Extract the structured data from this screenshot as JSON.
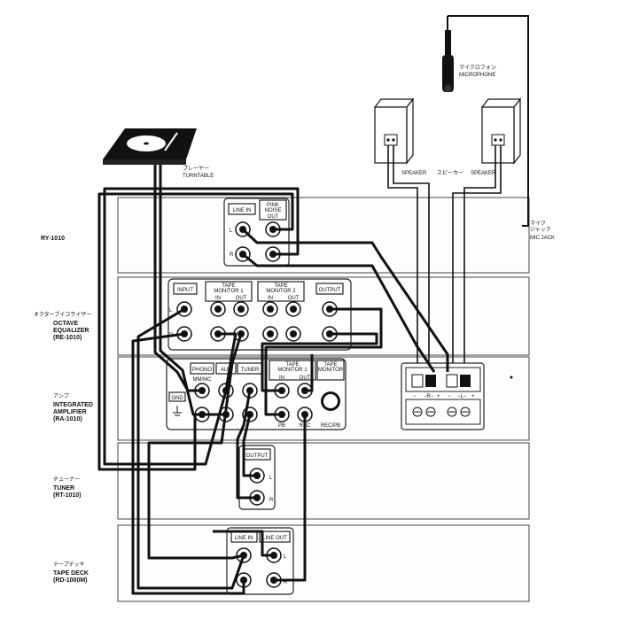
{
  "microphone": {
    "label_jp": "マイクロフォン",
    "label_en": "MICROPHONE"
  },
  "speakers": {
    "left_label": "SPEAKER",
    "center_label_jp": "スピーカー",
    "right_label": "SPEAKER"
  },
  "mic_jack": {
    "label_jp_1": "マイク",
    "label_jp_2": "ジャック",
    "label_en": "MIC JACK"
  },
  "turntable": {
    "label_jp": "プレーヤー",
    "label_en": "TURNTABLE"
  },
  "units": {
    "ry": {
      "model": "RY-1010"
    },
    "eq": {
      "label_jp": "オクターブイコライザー",
      "name_1": "OCTAVE",
      "name_2": "EQUALIZER",
      "model": "(RE-1010)"
    },
    "amp": {
      "label_jp": "アンプ",
      "name_1": "INTEGRATED",
      "name_2": "AMPLIFIER",
      "model": "(RA-1010)"
    },
    "tuner": {
      "label_jp": "チューナー",
      "name": "TUNER",
      "model": "(RT-1010)"
    },
    "deck": {
      "label_jp": "テープデッキ",
      "name": "TAPE DECK",
      "model": "(RD-1000M)"
    }
  },
  "ry_panel": {
    "line_in": "LINE IN",
    "pink_1": "PINK",
    "pink_2": "NOISE",
    "pink_3": "OUT"
  },
  "eq_panel": {
    "input": "INPUT",
    "tm1_a": "TAPE",
    "tm1_b": "MONITOR 1",
    "tm2_a": "TAPE",
    "tm2_b": "MONITOR 2",
    "in": "IN",
    "out": "OUT",
    "output": "OUTPUT"
  },
  "amp_panel": {
    "phono": "PHONO",
    "mm_mc": "MM/MC",
    "aux": "AUX",
    "tuner": "TUNER",
    "gnd": "GND",
    "tm1_a": "TAPE",
    "tm1_b": "MONITOR 1",
    "in": "IN",
    "out": "OUT",
    "tm2_a": "TAPE",
    "tm2_b": "MONITOR",
    "pb": "PB",
    "rec": "REC",
    "rec_pb": "REC/PB"
  },
  "tuner_panel": {
    "output": "OUTPUT"
  },
  "deck_panel": {
    "line_in": "LINE IN",
    "line_out": "LINE OUT"
  },
  "channels": {
    "left": "L",
    "right": "R"
  },
  "speaker_terminals": {
    "minus": "−",
    "plus": "+",
    "r_group": "−R−",
    "l_group": "−L−"
  }
}
